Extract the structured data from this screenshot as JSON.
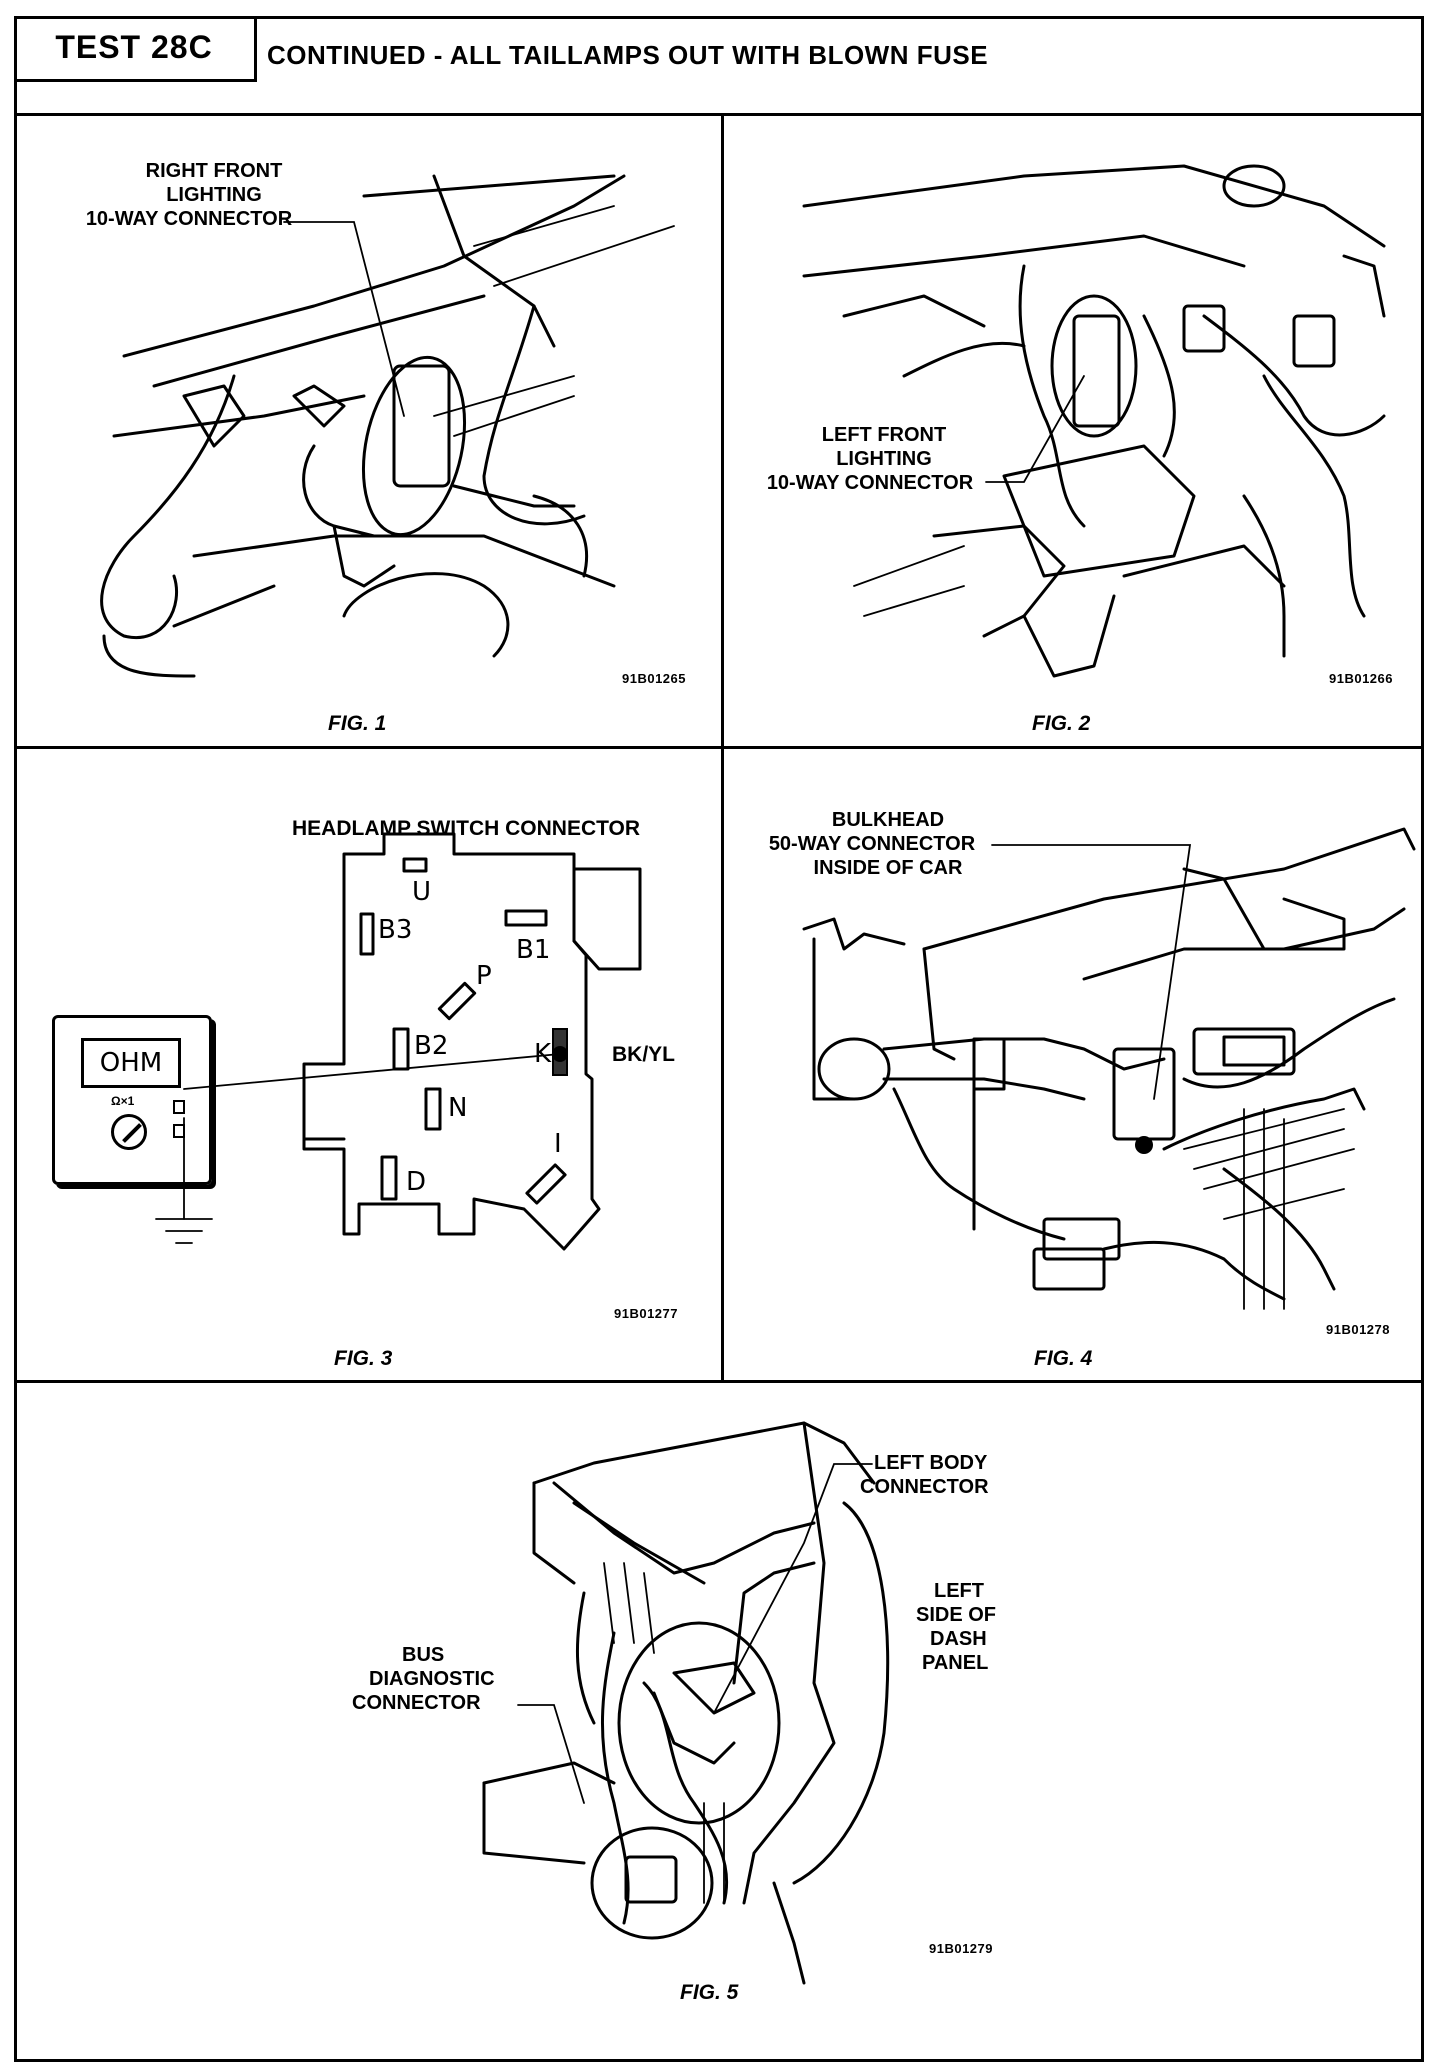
{
  "header": {
    "test_id": "TEST 28C",
    "title": "CONTINUED - ALL TAILLAMPS OUT WITH BLOWN FUSE"
  },
  "figures": [
    {
      "fig_label": "FIG. 1",
      "code": "91B01265",
      "callouts": [
        "RIGHT FRONT",
        "LIGHTING",
        "10-WAY CONNECTOR"
      ]
    },
    {
      "fig_label": "FIG. 2",
      "code": "91B01266",
      "callouts": [
        "LEFT FRONT",
        "LIGHTING",
        "10-WAY CONNECTOR"
      ]
    },
    {
      "fig_label": "FIG. 3",
      "code": "91B01277",
      "title": "HEADLAMP SWITCH CONNECTOR",
      "meter_display": "OHM",
      "meter_range": "Ω×1",
      "pins": [
        "U",
        "B3",
        "B1",
        "P",
        "B2",
        "K",
        "N",
        "I",
        "D"
      ],
      "wire_label": "BK/YL"
    },
    {
      "fig_label": "FIG. 4",
      "code": "91B01278",
      "callouts": [
        "BULKHEAD",
        "50-WAY CONNECTOR",
        "INSIDE OF CAR"
      ]
    },
    {
      "fig_label": "FIG. 5",
      "code": "91B01279",
      "callout_left_body": [
        "LEFT BODY",
        "CONNECTOR"
      ],
      "callout_bus": [
        "BUS",
        "DIAGNOSTIC",
        "CONNECTOR"
      ],
      "callout_dash": [
        "LEFT",
        "SIDE OF",
        "DASH",
        "PANEL"
      ]
    }
  ]
}
